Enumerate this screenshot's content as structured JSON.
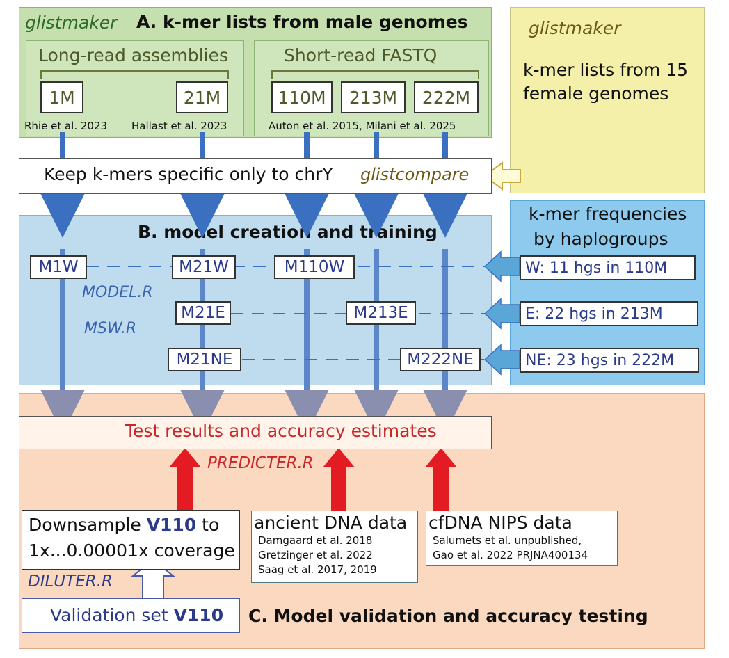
{
  "panelA": {
    "tool": "glistmaker",
    "title": "A. k-mer lists from male genomes",
    "long_read": {
      "label": "Long-read assemblies",
      "boxes": [
        "1M",
        "21M"
      ],
      "cite_left": "Rhie et al. 2023",
      "cite_right": "Hallast et al. 2023"
    },
    "short_read": {
      "label": "Short-read FASTQ",
      "boxes": [
        "110M",
        "213M",
        "222M"
      ],
      "cite": "Auton et al. 2015, Milani et al. 2025"
    }
  },
  "female": {
    "tool": "glistmaker",
    "text_line1": "k-mer lists from 15",
    "text_line2": "female genomes"
  },
  "filter": {
    "text": "Keep k-mers specific only to chrY",
    "tool": "glistcompare"
  },
  "panelB": {
    "title": "B. model creation and training",
    "models": [
      "M1W",
      "M21W",
      "M110W",
      "M21E",
      "M213E",
      "M21NE",
      "M222NE"
    ],
    "script1": "MODEL.R",
    "script2": "MSW.R"
  },
  "freq": {
    "title_line1": "k-mer frequencies",
    "title_line2": "by haplogroups",
    "items": [
      "W: 11 hgs in 110M",
      "E: 22 hgs in 213M",
      "NE: 23 hgs in 222M"
    ]
  },
  "panelC": {
    "results": "Test results and accuracy estimates",
    "predicter": "PREDICTER.R",
    "downsample_line1_pre": "Downsample ",
    "downsample_line1_bold": "V110",
    "downsample_line1_post": " to",
    "downsample_line2": "1x...0.00001x coverage",
    "diluter": "DILUTER.R",
    "validation_pre": "Validation set ",
    "validation_bold": "V110",
    "ancient": {
      "title": "ancient DNA data",
      "cites": [
        "Damgaard et al. 2018",
        "Gretzinger et al. 2022",
        "Saag et al. 2017, 2019"
      ]
    },
    "cfdna": {
      "title": "cfDNA NIPS data",
      "cites": [
        "Salumets et al. unpublished,",
        "Gao et al. 2022 PRJNA400134"
      ]
    },
    "title": "C. Model validation and accuracy testing"
  },
  "colors": {
    "green_panel": "#c5dfae",
    "yellow_panel": "#f4f0a9",
    "blue_panel": "#bfdcef",
    "freq_panel": "#8ec9ee",
    "peach_panel": "#fbd9c0",
    "blue_arrow": "#3b70c1",
    "red_arrow": "#e31b23",
    "results_red": "#c8262a"
  }
}
